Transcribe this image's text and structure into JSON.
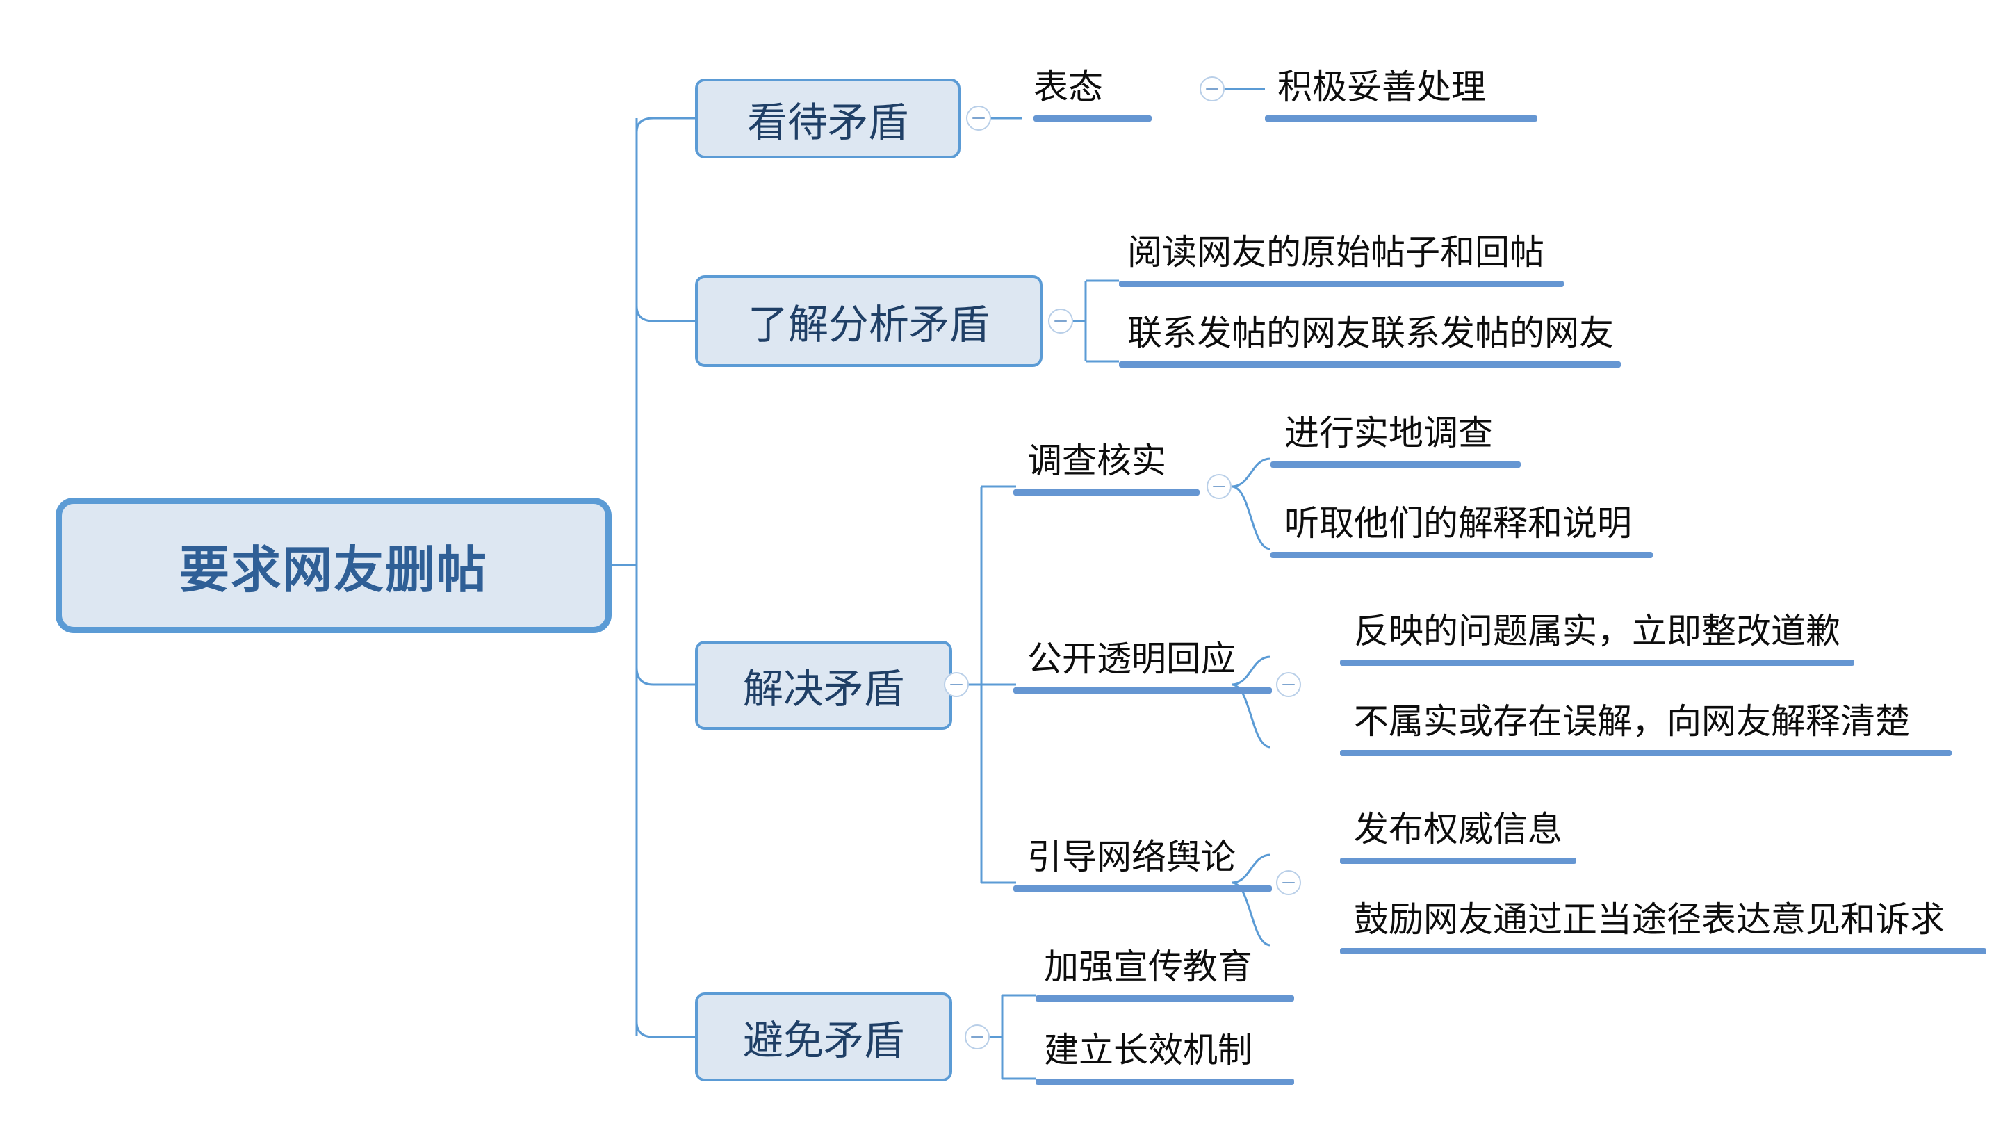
{
  "diagram": {
    "type": "mind-map",
    "title": "要求网友删帖",
    "orientation": "left-to-right",
    "colors": {
      "node_fill": "#dde7f2",
      "node_border": "#5b9bd5",
      "root_text": "#2f5f96",
      "branch_text": "#1f3f66",
      "leaf_text": "#0d0d0d",
      "connector": "#5b9bd5",
      "underline": "#6596d2",
      "background": "#ffffff"
    },
    "root": {
      "label": "要求网友删帖"
    },
    "branches": [
      {
        "label": "看待矛盾",
        "toggle": "collapse-toggle",
        "children": [
          {
            "label": "表态",
            "toggle": "collapse-toggle",
            "children": [
              {
                "label": "积极妥善处理"
              }
            ]
          }
        ]
      },
      {
        "label": "了解分析矛盾",
        "toggle": "collapse-toggle",
        "children": [
          {
            "label": "阅读网友的原始帖子和回帖"
          },
          {
            "label": "联系发帖的网友联系发帖的网友"
          }
        ]
      },
      {
        "label": "解决矛盾",
        "toggle": "collapse-toggle",
        "children": [
          {
            "label": "调查核实",
            "toggle": "collapse-toggle",
            "children": [
              {
                "label": "进行实地调查"
              },
              {
                "label": "听取他们的解释和说明"
              }
            ]
          },
          {
            "label": "公开透明回应",
            "toggle": "collapse-toggle",
            "children": [
              {
                "label": "反映的问题属实，立即整改道歉"
              },
              {
                "label": "不属实或存在误解，向网友解释清楚"
              }
            ]
          },
          {
            "label": "引导网络舆论",
            "toggle": "collapse-toggle",
            "children": [
              {
                "label": "发布权威信息"
              },
              {
                "label": "鼓励网友通过正当途径表达意见和诉求"
              }
            ]
          }
        ]
      },
      {
        "label": "避免矛盾",
        "toggle": "collapse-toggle",
        "children": [
          {
            "label": "加强宣传教育"
          },
          {
            "label": "建立长效机制"
          }
        ]
      }
    ]
  }
}
